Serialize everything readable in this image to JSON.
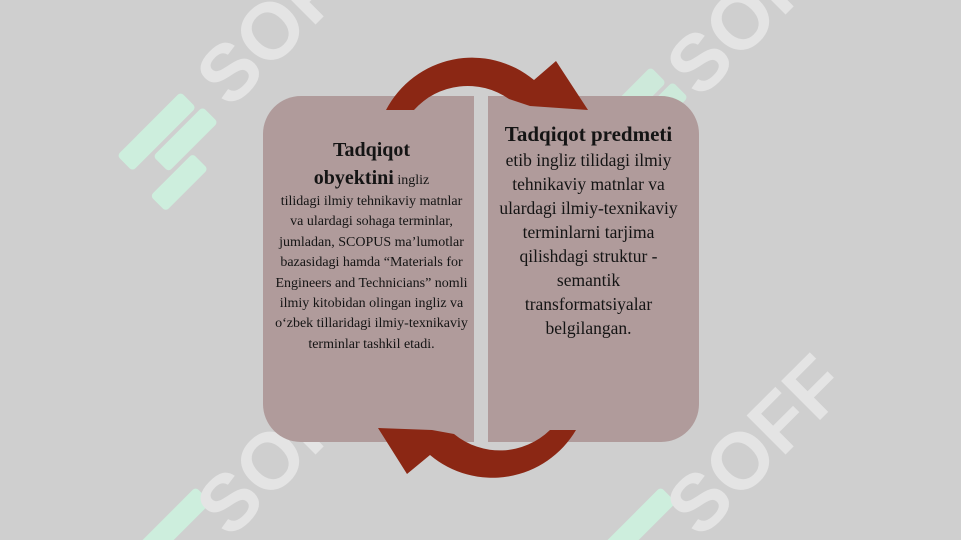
{
  "watermark": {
    "text": "SOFF",
    "icon": "soff-logo-icon",
    "text_color": "#e4e4e4",
    "logo_color": "#cdeedd"
  },
  "diagram": {
    "left_box": {
      "heading_line1": "Tadqiqot",
      "heading_line2": "obyektini",
      "body_inline": " ingliz",
      "body": "tilidagi ilmiy tehnikaviy matnlar va ulardagi sohaga terminlar, jumladan, SCOPUS ma’lumotlar bazasidagi hamda “Materials for Engineers and Technicians” nomli ilmiy kitobidan olingan ingliz va o‘zbek tillaridagi ilmiy-texnikaviy terminlar tashkil etadi."
    },
    "right_box": {
      "heading": "Tadqiqot predmeti",
      "body": "etib ingliz tilidagi ilmiy tehnikaviy matnlar va ulardagi ilmiy-texnikaviy terminlarni tarjima qilishdagi struktur - semantik transformatsiyalar belgilangan."
    },
    "arrows": {
      "top": "curved-arrow-clockwise-icon",
      "bottom": "curved-arrow-clockwise-icon",
      "color": "#8b2714"
    },
    "colors": {
      "box_fill": "#b09b9b",
      "background": "#cfcfcf",
      "text": "#141414"
    }
  }
}
